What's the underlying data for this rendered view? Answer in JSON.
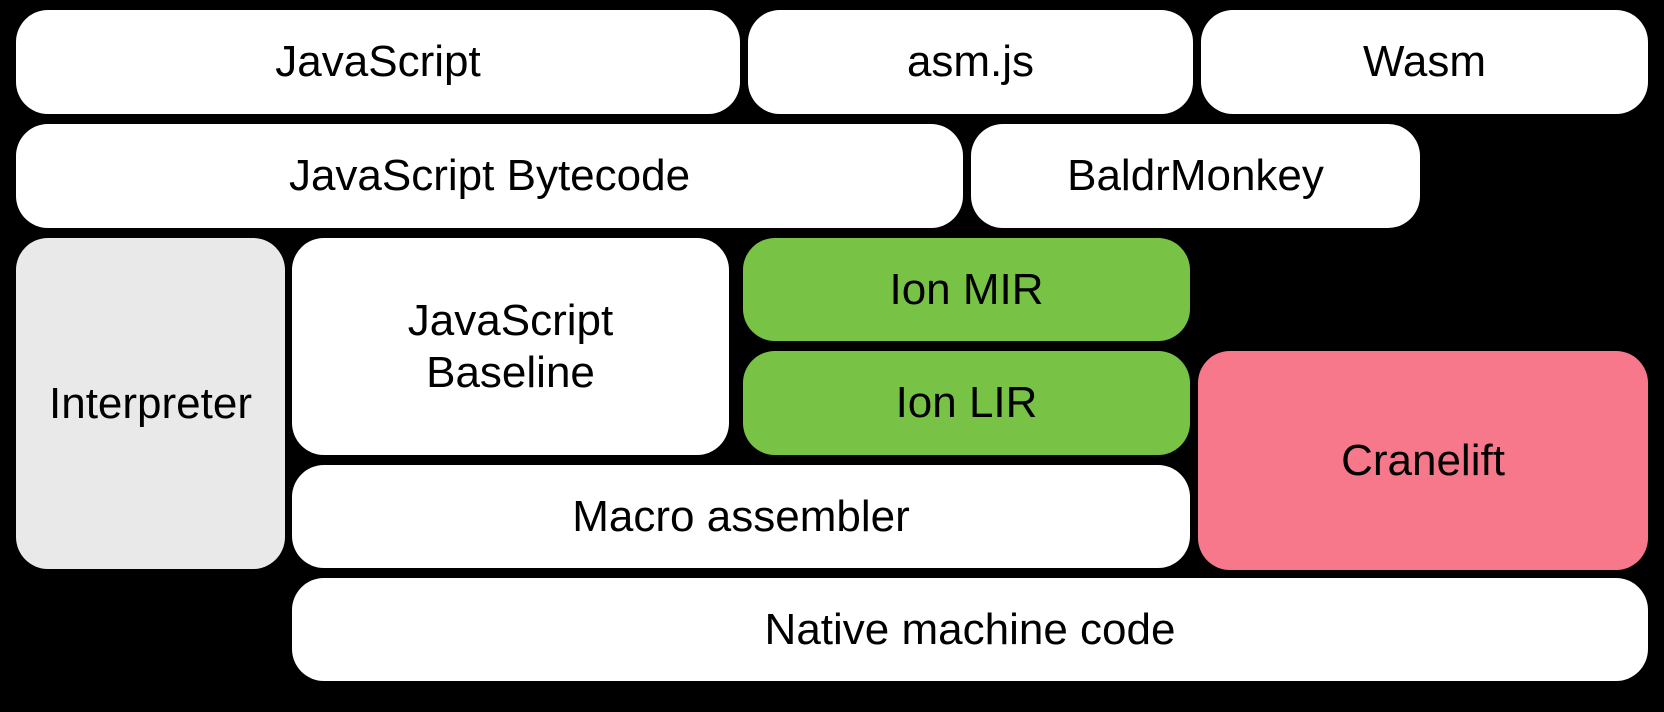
{
  "colors": {
    "background": "#000000",
    "box_white": "#ffffff",
    "box_gray": "#e9e9e9",
    "box_green": "#78c246",
    "box_pink": "#f7788a",
    "text": "#000000"
  },
  "nodes": {
    "javascript": {
      "label": "JavaScript"
    },
    "asmjs": {
      "label": "asm.js"
    },
    "wasm": {
      "label": "Wasm"
    },
    "bytecode": {
      "label": "JavaScript Bytecode"
    },
    "baldrmonkey": {
      "label": "BaldrMonkey"
    },
    "interpreter": {
      "label": "Interpreter"
    },
    "baseline": {
      "label": "JavaScript Baseline"
    },
    "ion_mir": {
      "label": "Ion MIR"
    },
    "ion_lir": {
      "label": "Ion LIR"
    },
    "cranelift": {
      "label": "Cranelift"
    },
    "macro_assembler": {
      "label": "Macro assembler"
    },
    "native": {
      "label": "Native machine code"
    }
  }
}
